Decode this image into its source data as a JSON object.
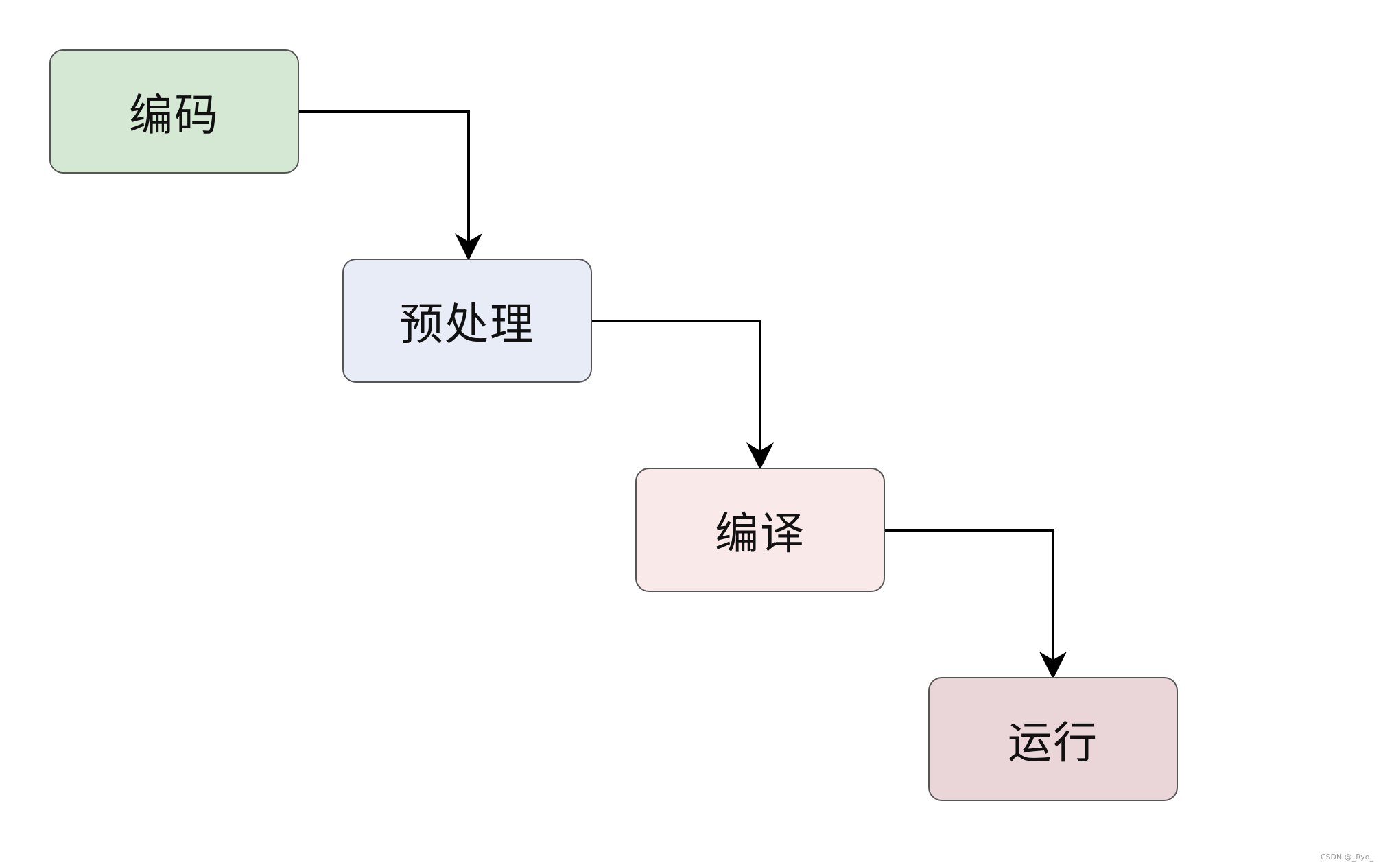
{
  "nodes": [
    {
      "id": "encode",
      "label": "编码",
      "fill": "#d5e8d4"
    },
    {
      "id": "preprocess",
      "label": "预处理",
      "fill": "#e8ecf6"
    },
    {
      "id": "compile",
      "label": "编译",
      "fill": "#f9e9e8"
    },
    {
      "id": "run",
      "label": "运行",
      "fill": "#ead6d8"
    }
  ],
  "edges": [
    {
      "from": "encode",
      "to": "preprocess"
    },
    {
      "from": "preprocess",
      "to": "compile"
    },
    {
      "from": "compile",
      "to": "run"
    }
  ],
  "colors": {
    "border": "#555555",
    "arrow": "#000000",
    "background": "#ffffff"
  },
  "watermark": "CSDN @_Ryo_"
}
